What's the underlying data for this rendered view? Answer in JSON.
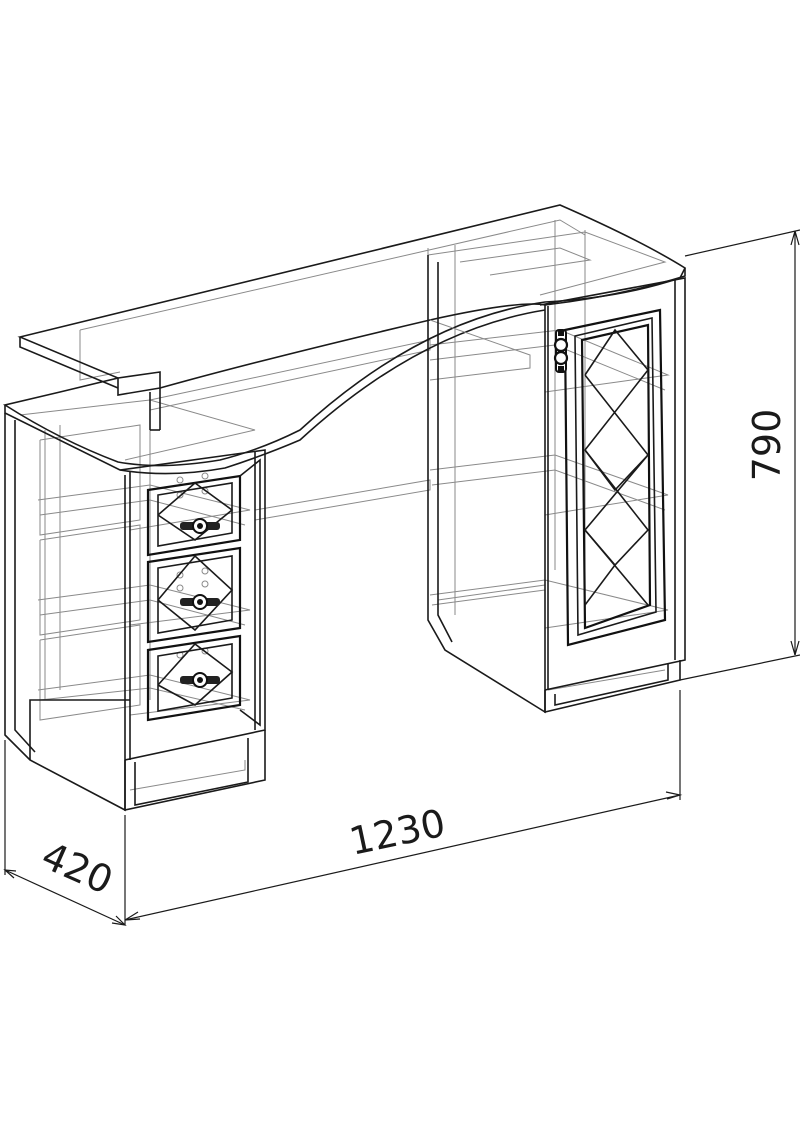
{
  "dimensions": {
    "width": "1230",
    "depth": "420",
    "height": "790"
  },
  "colors": {
    "line": "#1a1a1a",
    "hidden_line": "#8a8a8a",
    "background": "#ffffff"
  }
}
